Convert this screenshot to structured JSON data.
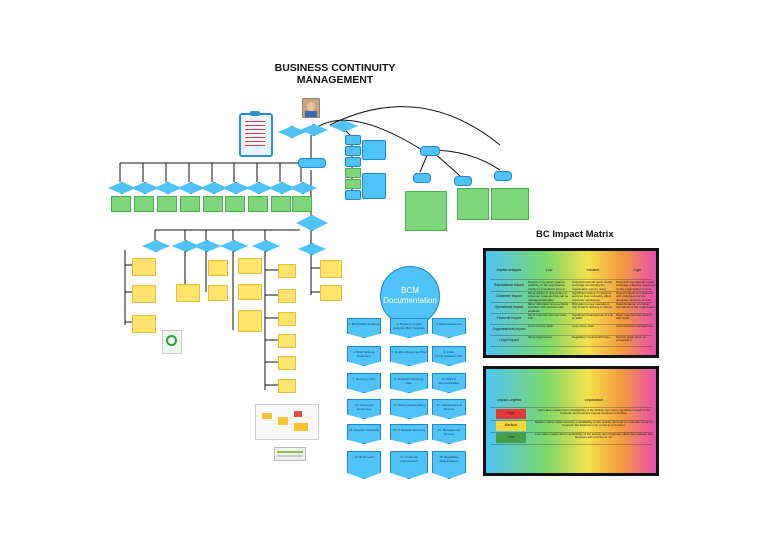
{
  "main_title": [
    "BUSINESS CONTINUITY",
    "MANAGEMENT"
  ],
  "bcm_documentation": [
    "BCM",
    "Documentation"
  ],
  "impact_matrix": {
    "title": "BC Impact Matrix",
    "headers": [
      "Impact Analysis",
      "Low",
      "Medium",
      "High"
    ],
    "rows": [
      [
        "Reputational Impact",
        "Reports of general negative publicity on the organisation, mostly in a localized area or impacts a limited service.",
        "Potential national news media coverage concerning the organisation across many services.",
        "Potential international media coverage reflecting negatively on the organisation and its services."
      ],
      [
        "Customer Impact",
        "Minor delays in responding to customer requests that can be managed internally.",
        "Significant delays in customer services that noticeably affect customer satisfaction.",
        "Severe impact to customers with prolonged service disruption and loss of trust."
      ],
      [
        "Operational Impact",
        "Minor disruption to non-critical activities with workarounds available.",
        "Disruption to key operations that impacts delivery to clients.",
        "Total disruption of critical operations of the organisation."
      ],
      [
        "Financial Impact",
        "Minor financial loss less than 10k.",
        "Significant financial loss of 10k to 100k.",
        "Major financial loss greater than 100k."
      ],
      [
        "Organisational Impact",
        "Loss of minor staff.",
        "Loss of key staff.",
        "Loss of senior management."
      ],
      [
        "Legal Impact",
        "Minor legal issues.",
        "Regulatory breach with fines.",
        "Serious legal action or prosecution."
      ]
    ]
  },
  "impact_legend": {
    "headers": [
      "Impact Legend",
      "Explanation"
    ],
    "rows": [
      {
        "level": "High",
        "text": "High value implies that unavailability of the activity can cause significant impact to the business and business cannot continue to function.",
        "color": "#e53935"
      },
      {
        "level": "Medium",
        "text": "Medium value implies that the unavailability of the activity can lead to moderate impact to business but business may continue to function.",
        "color": "#fdd835"
      },
      {
        "level": "Low",
        "text": "Low value implies that unavailability of the activity can marginally affect the business and business will continue to run.",
        "color": "#43a047"
      }
    ]
  },
  "doc_items": [
    "1. BCM Policy & Scope",
    "2. Business Impact Analysis (BIA) Template",
    "3. Risk Assessment",
    "4. BCM Strategy Document",
    "5. Incident Response Plan",
    "6. Crisis Communication Plan",
    "7. Recovery Plan",
    "8. Business Continuity Plan",
    "9. Roles & Responsibilities",
    "10. Training & Awareness",
    "11. Testing & Exercising",
    "12. Maintenance & Review",
    "13. Supplier Continuity",
    "14. IT Disaster Recovery",
    "15. Management Review",
    "16. BCM Audit",
    "17. Continual Improvement",
    "18. Regulatory Requirements"
  ],
  "colors": {
    "shape_blue": "#4fc3f7",
    "shape_green": "#7ed67a",
    "shape_yellow": "#ffe36b"
  }
}
